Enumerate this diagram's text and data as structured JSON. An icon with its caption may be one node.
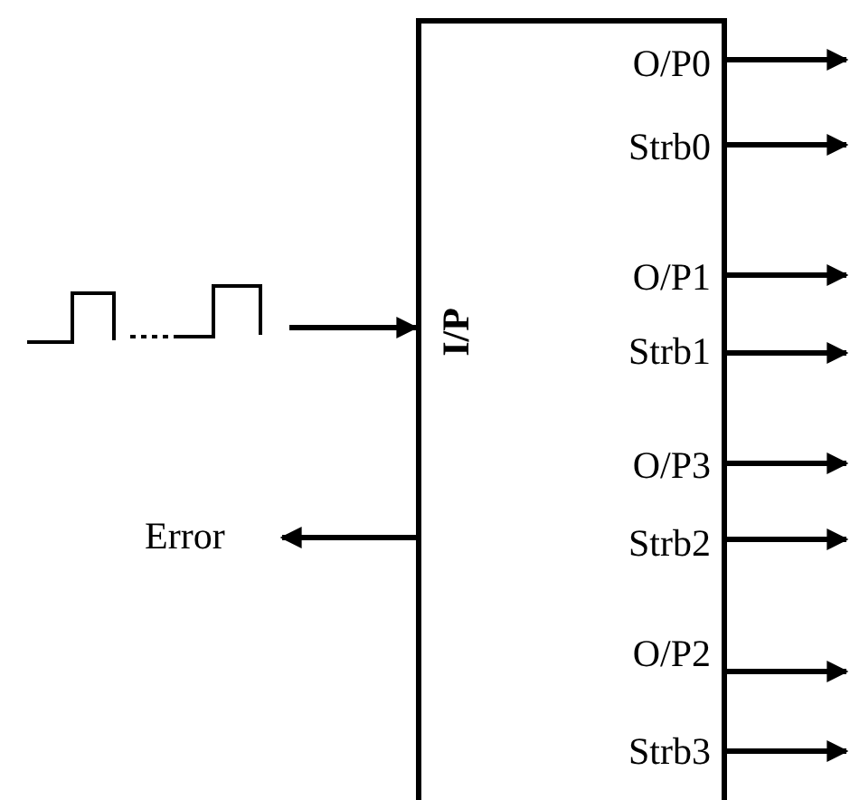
{
  "diagram": {
    "nodes": [
      {
        "text": [
          "I/P",
          "O/P0",
          "Strb0",
          "O/P1",
          "Strb1",
          "O/P3",
          "Strb2",
          "O/P2",
          "Strb3"
        ]
      },
      {
        "text": [
          "Error"
        ]
      }
    ],
    "edges": [
      {
        "from": null,
        "to": 0,
        "arrow": "to"
      },
      {
        "from": 0,
        "to": 1,
        "arrow": "to"
      },
      {
        "from": 0,
        "to": null,
        "arrow": "to"
      },
      {
        "from": 0,
        "to": null,
        "arrow": "to"
      },
      {
        "from": 0,
        "to": null,
        "arrow": "to"
      },
      {
        "from": 0,
        "to": null,
        "arrow": "to"
      },
      {
        "from": 0,
        "to": null,
        "arrow": "to"
      },
      {
        "from": 0,
        "to": null,
        "arrow": "to"
      },
      {
        "from": 0,
        "to": null,
        "arrow": "to"
      },
      {
        "from": 0,
        "to": null,
        "arrow": "to"
      }
    ]
  }
}
